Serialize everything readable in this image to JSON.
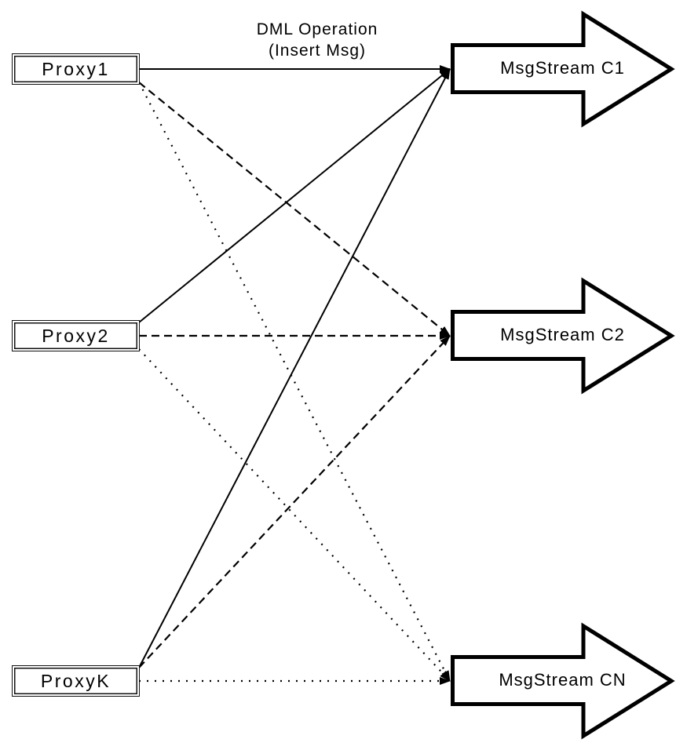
{
  "diagram": {
    "title_label": {
      "line1": "DML Operation",
      "line2": "(Insert Msg)"
    },
    "proxies": [
      {
        "id": "proxy1",
        "label": "Proxy1"
      },
      {
        "id": "proxy2",
        "label": "Proxy2"
      },
      {
        "id": "proxyk",
        "label": "ProxyK"
      }
    ],
    "streams": [
      {
        "id": "c1",
        "label": "MsgStream C1"
      },
      {
        "id": "c2",
        "label": "MsgStream C2"
      },
      {
        "id": "cn",
        "label": "MsgStream CN"
      }
    ],
    "edges": [
      {
        "from": "proxy1",
        "to": "c1",
        "style": "solid"
      },
      {
        "from": "proxy2",
        "to": "c1",
        "style": "solid"
      },
      {
        "from": "proxyk",
        "to": "c1",
        "style": "solid"
      },
      {
        "from": "proxy1",
        "to": "c2",
        "style": "dashed"
      },
      {
        "from": "proxy2",
        "to": "c2",
        "style": "dashed"
      },
      {
        "from": "proxyk",
        "to": "c2",
        "style": "dashed"
      },
      {
        "from": "proxy1",
        "to": "cn",
        "style": "dotted"
      },
      {
        "from": "proxy2",
        "to": "cn",
        "style": "dotted"
      },
      {
        "from": "proxyk",
        "to": "cn",
        "style": "dotted"
      }
    ],
    "colors": {
      "stroke": "#000000",
      "background": "#ffffff"
    }
  }
}
